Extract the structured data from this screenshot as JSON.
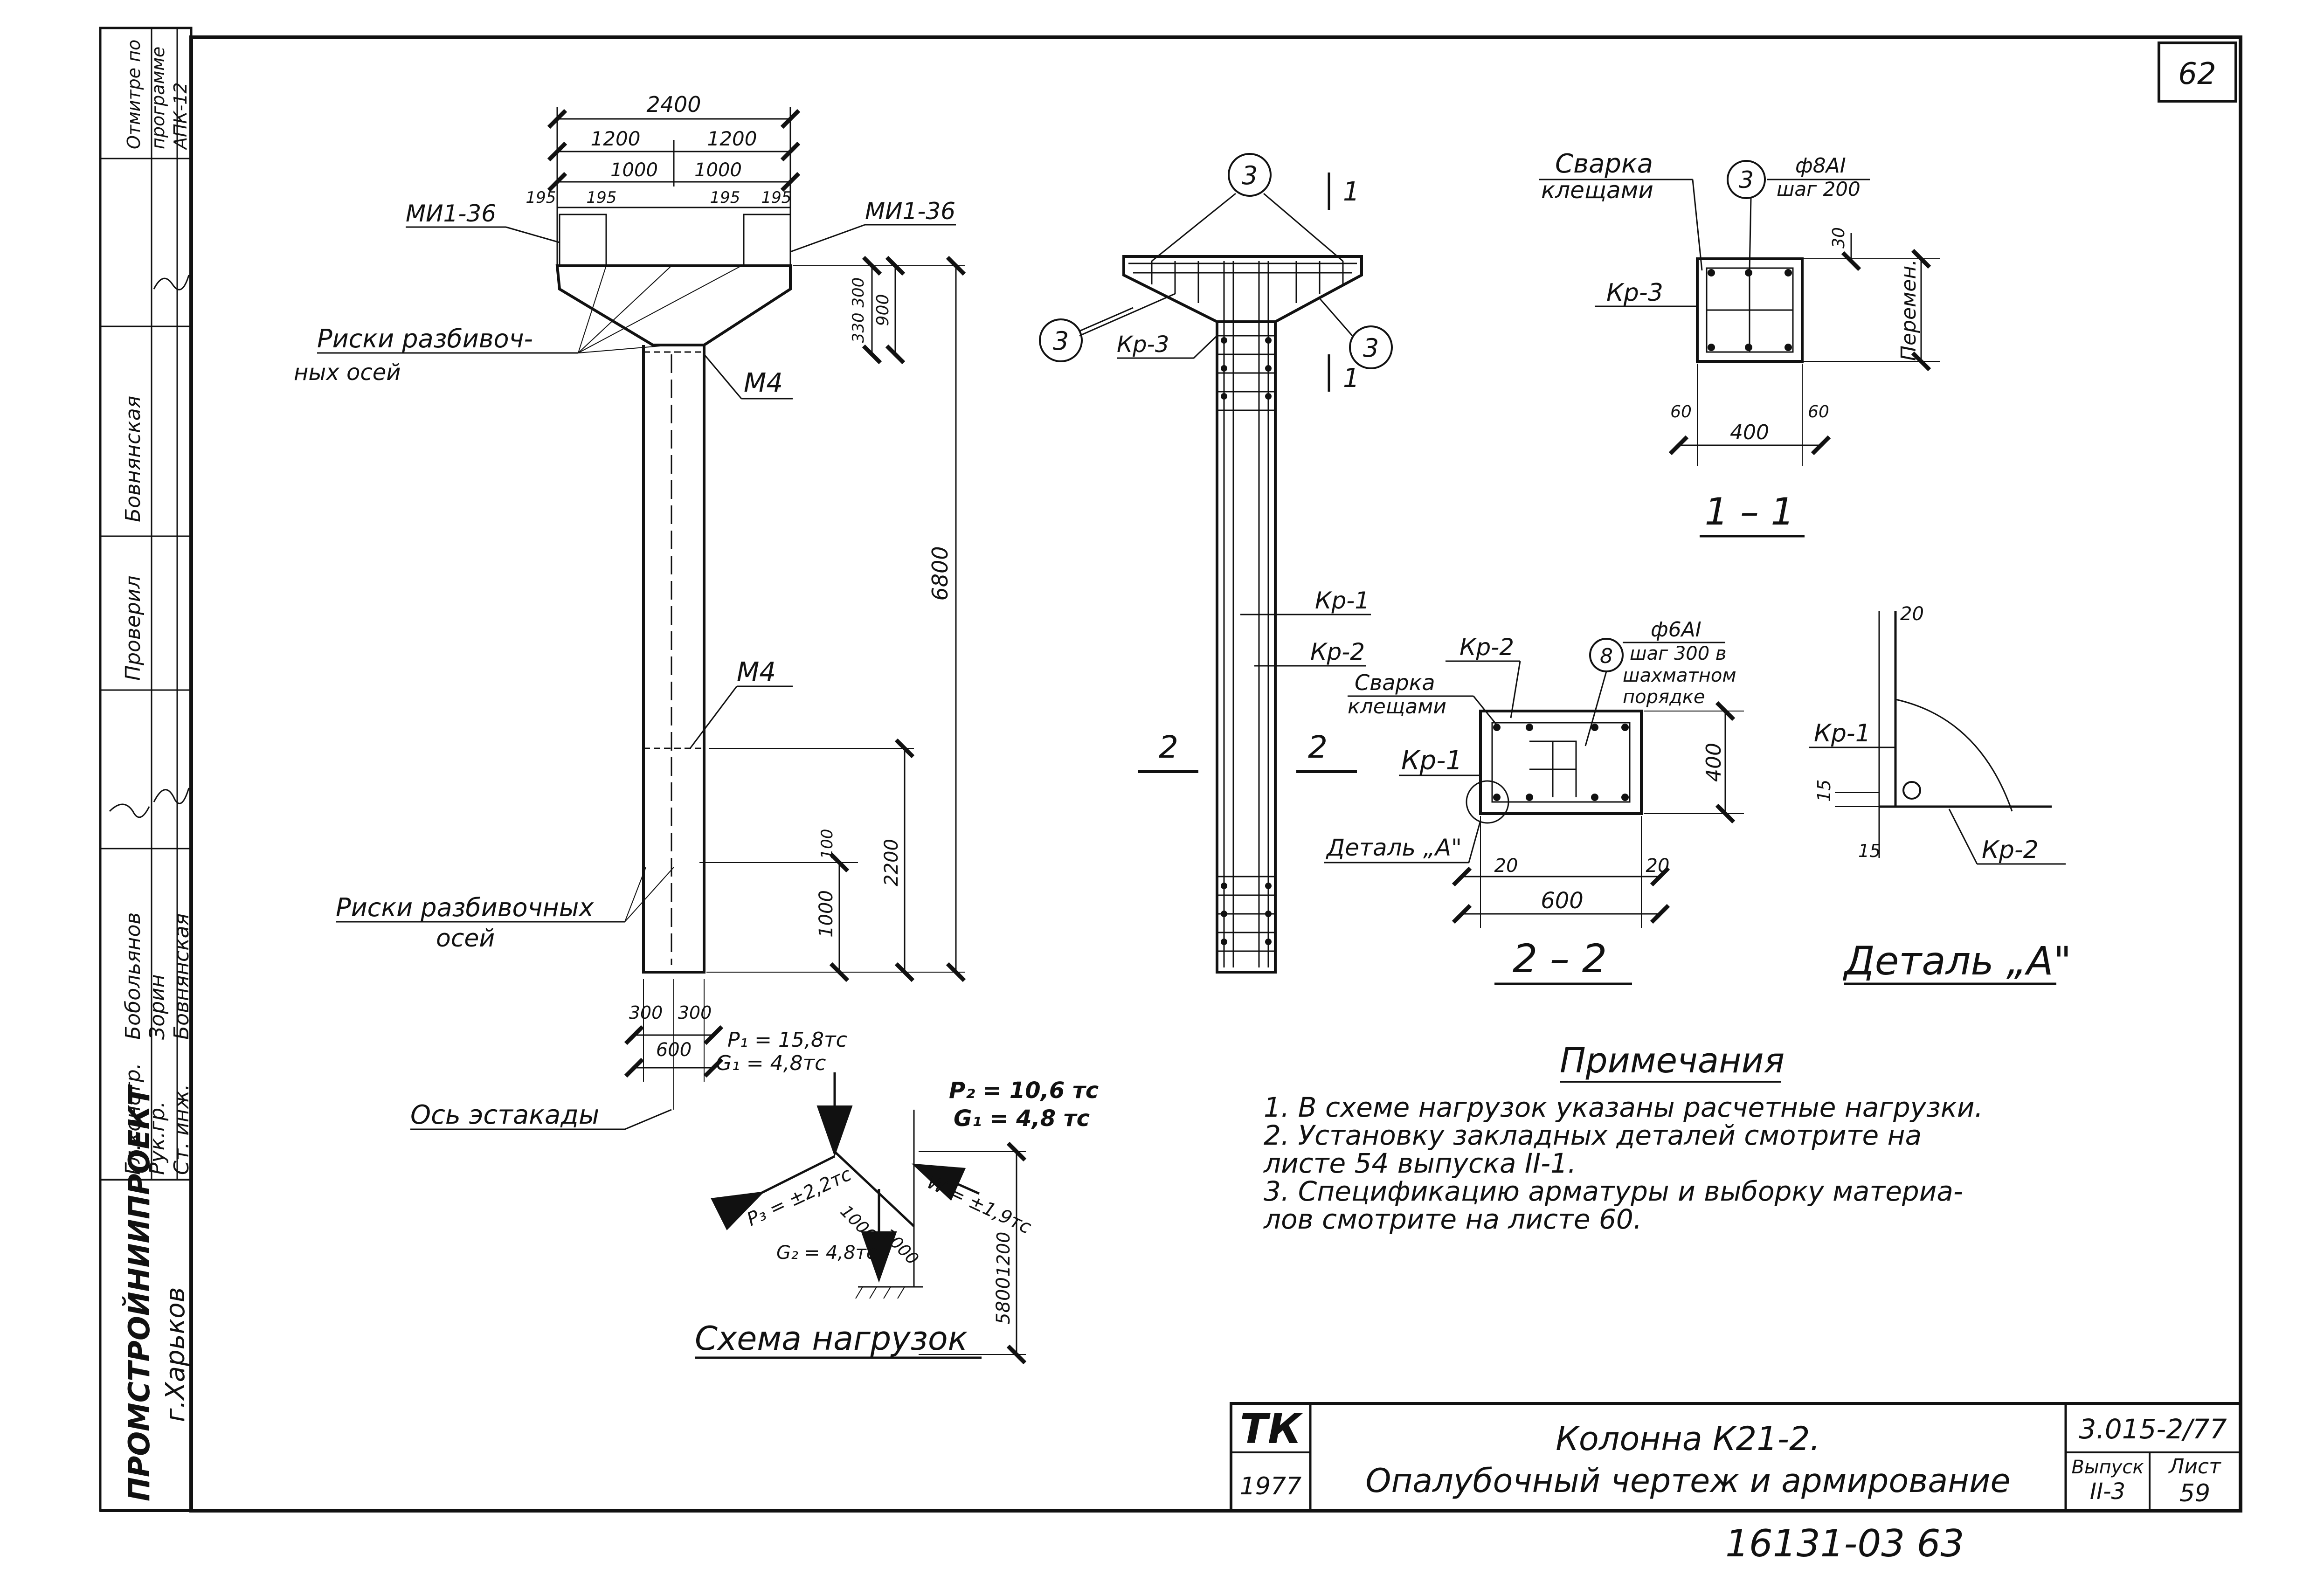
{
  "sheet": {
    "sheet_no_top": "62",
    "stamp_bottom": "16131-03   63"
  },
  "side_stamp": {
    "org": "ПРОМСТРОЙНИИПРОЕКТ",
    "city": "г.Харьков",
    "roles": [
      "Гл.констр.",
      "Рук.гр.",
      "Ст. инж."
    ],
    "names": [
      "Бобольянов",
      "Зорин",
      "Бовнянская"
    ],
    "checked": "Проверил",
    "checker": "Бовнянская",
    "program": [
      "Отмитре по",
      "программе",
      "АПК-12"
    ]
  },
  "elevation": {
    "dims": {
      "total_width": "2400",
      "half_left": "1200",
      "half_right": "1200",
      "inner_left": "1000",
      "inner_right": "1000",
      "edge_ll": "195",
      "edge_lr": "195",
      "edge_rl": "195",
      "edge_rr": "195",
      "cap_330": "330",
      "cap_300": "300",
      "cap_900": "900",
      "height": "6800",
      "lower_2200": "2200",
      "lower_1000": "1000",
      "lower_100": "100",
      "base_300_l": "300",
      "base_300_r": "300",
      "base_600": "600"
    },
    "labels": {
      "mi_left": "МИ1-36",
      "mi_right": "МИ1-36",
      "marks_top_1": "Риски разбивоч-",
      "marks_top_2": "ных осей",
      "m4_top": "М4",
      "m4_mid": "М4",
      "marks_bot_1": "Риски разбивочных",
      "marks_bot_2": "осей",
      "axis": "Ось эстакады"
    }
  },
  "load_scheme": {
    "title": "Схема нагрузок",
    "p1": "P₁ = 15,8тс",
    "g1_left": "G₁ = 4,8тс",
    "p2": "P₂ = 10,6 тс",
    "g1_right": "G₁ = 4,8 тс",
    "p3": "P₃ = ±2,2тс",
    "w": "W = ±1,9тс",
    "g2": "G₂ = 4,8тс",
    "d1000a": "1000",
    "d1000b": "1000",
    "d1200": "1200",
    "d5800": "5800"
  },
  "reinforcement": {
    "callout": "3",
    "kp3": "Кр-3",
    "kp1": "Кр-1",
    "kp2": "Кр-2",
    "sec_1": "1",
    "sec_2": "2"
  },
  "section_11": {
    "title": "1 – 1",
    "weld_1": "Сварка",
    "weld_2": "клещами",
    "callout": "3",
    "bar_1": "ф8АI",
    "bar_2": "шаг 200",
    "kp3": "Кр-3",
    "dim_30": "30",
    "dim_var": "Перемен.",
    "dim_60l": "60",
    "dim_60r": "60",
    "dim_400": "400"
  },
  "section_22": {
    "title": "2 – 2",
    "kp2": "Кр-2",
    "kp1": "Кр-1",
    "weld_1": "Сварка",
    "weld_2": "клещами",
    "callout": "8",
    "bar_1": "ф6АI",
    "bar_2": "шаг 300 в",
    "bar_3": "шахматном",
    "bar_4": "порядке",
    "detail_ref": "Деталь „А\"",
    "dim_400": "400",
    "dim_20l": "20",
    "dim_20r": "20",
    "dim_600": "600"
  },
  "detail_a": {
    "title": "Деталь „А\"",
    "kp1": "Кр-1",
    "kp2": "Кр-2",
    "d20": "20",
    "d15a": "15",
    "d15b": "15"
  },
  "notes": {
    "title": "Примечания",
    "lines": [
      "1. В схеме нагрузок указаны расчетные нагрузки.",
      "2. Установку закладных деталей смотрите на",
      "    листе 54 выпуска II-1.",
      "3. Спецификацию арматуры и выборку материа-",
      "    лов смотрите на листе 60."
    ]
  },
  "title_block": {
    "logo": "ТК",
    "year": "1977",
    "title_1": "Колонна К21-2.",
    "title_2": "Опалубочный чертеж и армирование",
    "doc_code": "3.015-2/77",
    "issue_label": "Выпуск",
    "issue_value": "II-3",
    "sheet_label": "Лист",
    "sheet_value": "59"
  }
}
